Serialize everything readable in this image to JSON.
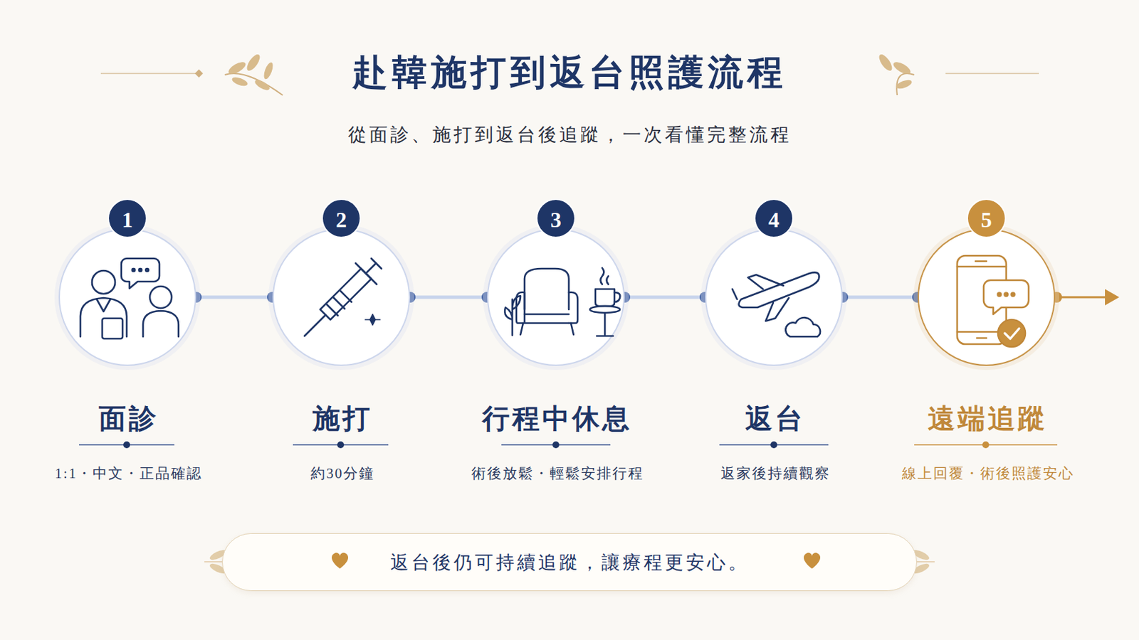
{
  "diagram": {
    "title": "赴韓施打到返台照護流程",
    "nodes": [
      {
        "text": [
          "1",
          "面診",
          "1:1・中文・正品確認"
        ]
      },
      {
        "text": [
          "2",
          "施打",
          "約30分鐘"
        ]
      },
      {
        "text": [
          "3",
          "行程中休息",
          "術後放鬆・輕鬆安排行程"
        ]
      },
      {
        "text": [
          "4",
          "返台",
          "返家後持續觀察"
        ]
      },
      {
        "text": [
          "5",
          "遠端追蹤",
          "線上回覆・術後照護安心"
        ]
      },
      {
        "text": [
          "返台後仍可持續追蹤，讓療程更安心。"
        ]
      }
    ],
    "edges": [
      {
        "from": 0,
        "to": 1,
        "arrow": "none"
      },
      {
        "from": 1,
        "to": 2,
        "arrow": "none"
      },
      {
        "from": 2,
        "to": 3,
        "arrow": "none"
      },
      {
        "from": 3,
        "to": 4,
        "arrow": "none"
      }
    ],
    "labels": [
      "從面診、施打到返台後追蹤，一次看懂完整流程"
    ]
  }
}
